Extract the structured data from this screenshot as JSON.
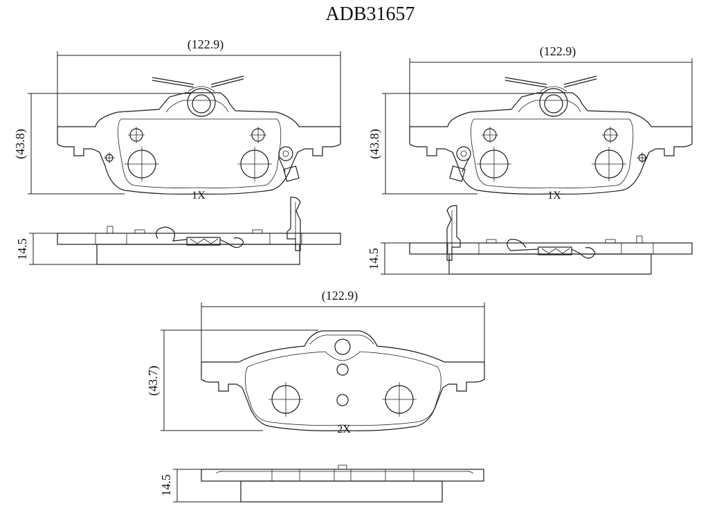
{
  "title": "ADB31657",
  "top_left": {
    "width": "(122.9)",
    "height": "(43.8)",
    "qty": "1X",
    "thickness": "14.5"
  },
  "top_right": {
    "width": "(122.9)",
    "height": "(43.8)",
    "qty": "1X",
    "thickness": "14.5"
  },
  "bottom": {
    "width": "(122.9)",
    "height": "(43.7)",
    "qty": "2X",
    "thickness": "14.5"
  }
}
